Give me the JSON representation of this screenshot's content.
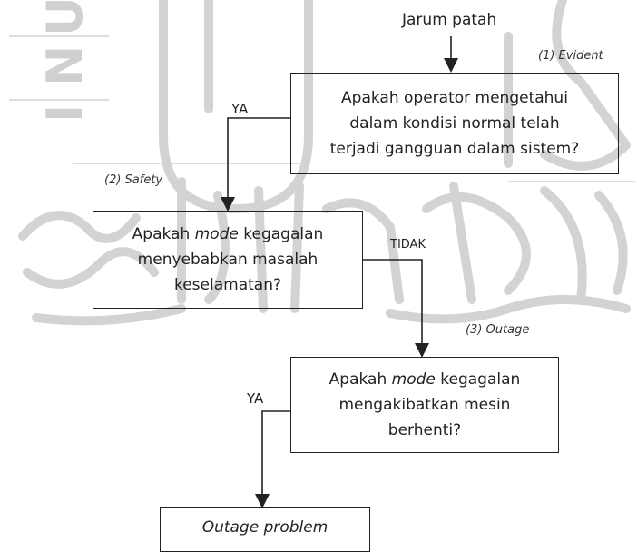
{
  "start_label": "Jarum patah",
  "steps": [
    {
      "tag": "(1) Evident",
      "lines": [
        "Apakah operator mengetahui",
        "dalam kondisi normal telah",
        "terjadi gangguan dalam sistem?"
      ]
    },
    {
      "tag": "(2) Safety",
      "line1_pre": "Apakah ",
      "line1_em": "mode",
      "line1_post": " kegagalan",
      "lines_rest": [
        "menyebabkan masalah",
        "keselamatan?"
      ]
    },
    {
      "tag": "(3) Outage",
      "line1_pre": "Apakah ",
      "line1_em": "mode",
      "line1_post": " kegagalan",
      "lines_rest": [
        "mengakibatkan mesin",
        "berhenti?"
      ]
    }
  ],
  "edges": {
    "yes_1": "YA",
    "no_2": "TIDAK",
    "yes_3": "YA"
  },
  "outcome": "Outage problem",
  "watermark_letters": [
    "U",
    "N",
    "I"
  ],
  "colors": {
    "line": "#222222",
    "watermark": "#cfcfcf"
  }
}
